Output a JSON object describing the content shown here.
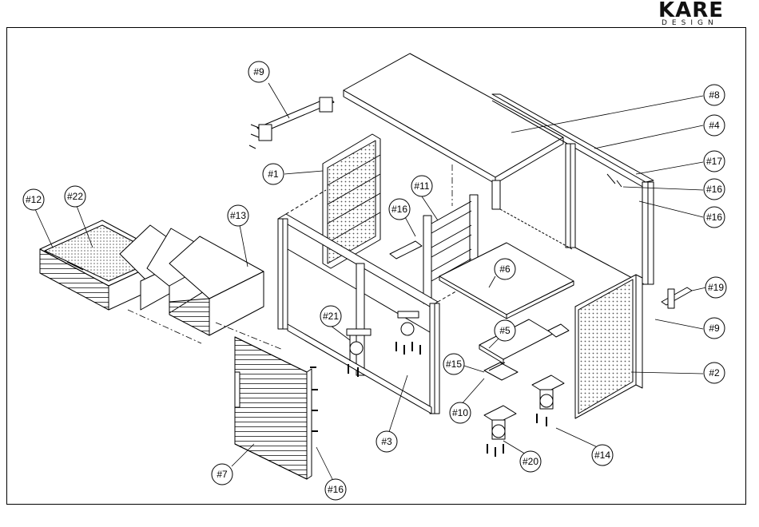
{
  "logo": {
    "brand": "KARE",
    "sub": "DESIGN"
  },
  "colors": {
    "line": "#000000",
    "paper": "#ffffff",
    "panel": "#f4f4f4",
    "perforation": "#555555"
  },
  "callouts": [
    {
      "id": "c9a",
      "label": "#9"
    },
    {
      "id": "c8",
      "label": "#8"
    },
    {
      "id": "c4",
      "label": "#4"
    },
    {
      "id": "c17",
      "label": "#17"
    },
    {
      "id": "c16a",
      "label": "#16"
    },
    {
      "id": "c16b",
      "label": "#16"
    },
    {
      "id": "c1",
      "label": "#1"
    },
    {
      "id": "c11",
      "label": "#11"
    },
    {
      "id": "c16c",
      "label": "#16"
    },
    {
      "id": "c12",
      "label": "#12"
    },
    {
      "id": "c22",
      "label": "#22"
    },
    {
      "id": "c13",
      "label": "#13"
    },
    {
      "id": "c6",
      "label": "#6"
    },
    {
      "id": "c19",
      "label": "#19"
    },
    {
      "id": "c9b",
      "label": "#9"
    },
    {
      "id": "c21",
      "label": "#21"
    },
    {
      "id": "c5",
      "label": "#5"
    },
    {
      "id": "c2",
      "label": "#2"
    },
    {
      "id": "c15",
      "label": "#15"
    },
    {
      "id": "c10",
      "label": "#10"
    },
    {
      "id": "c3",
      "label": "#3"
    },
    {
      "id": "c14",
      "label": "#14"
    },
    {
      "id": "c20",
      "label": "#20"
    },
    {
      "id": "c7",
      "label": "#7"
    },
    {
      "id": "c16d",
      "label": "#16"
    }
  ]
}
